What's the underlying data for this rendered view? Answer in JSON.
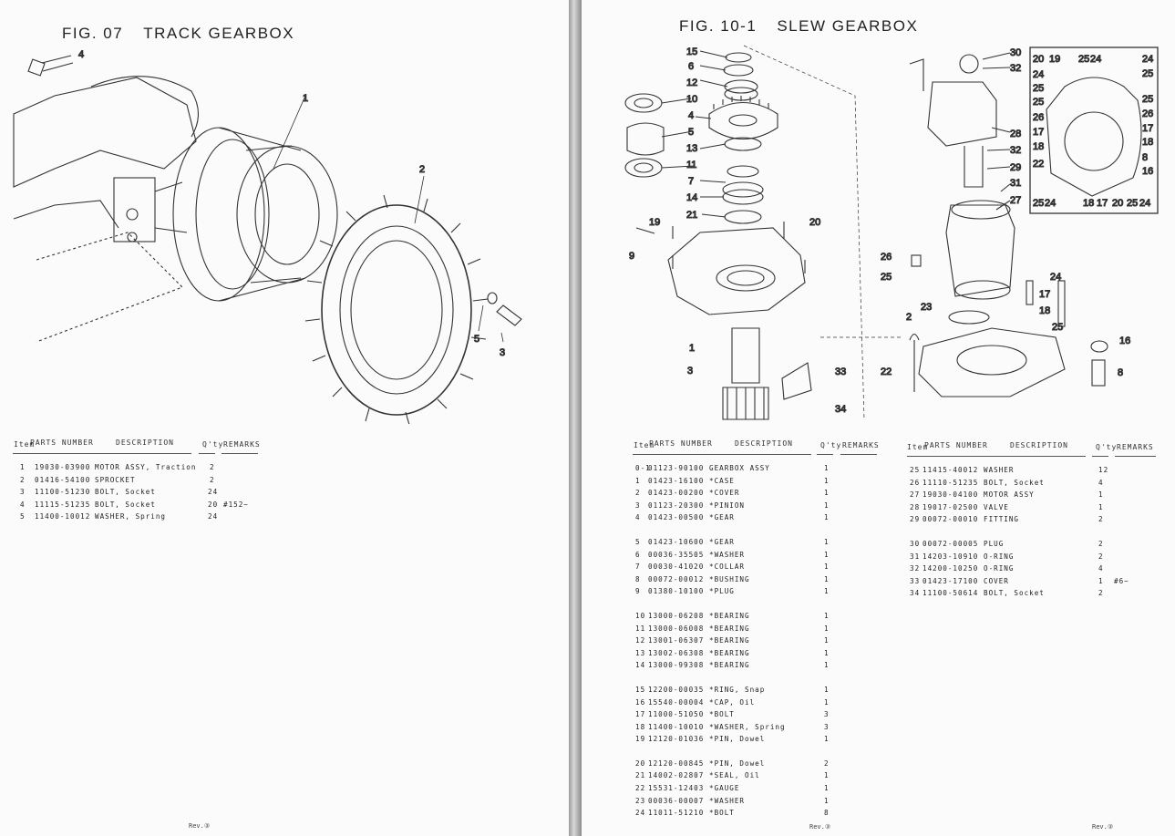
{
  "left": {
    "fig_no": "FIG. 07",
    "fig_name": "TRACK GEARBOX",
    "callouts": [
      "1",
      "2",
      "3",
      "4",
      "5"
    ],
    "headers": {
      "item": "Item",
      "parts_number": "PARTS NUMBER",
      "description": "DESCRIPTION",
      "qty": "Q'ty",
      "remarks": "REMARKS"
    },
    "parts": [
      {
        "item": "1",
        "pn": "19030-03900",
        "desc": "MOTOR ASSY, Traction",
        "qty": "2",
        "rem": ""
      },
      {
        "item": "2",
        "pn": "01416-54100",
        "desc": "SPROCKET",
        "qty": "2",
        "rem": ""
      },
      {
        "item": "3",
        "pn": "11100-51230",
        "desc": "BOLT, Socket",
        "qty": "24",
        "rem": ""
      },
      {
        "item": "4",
        "pn": "11115-51235",
        "desc": "BOLT, Socket",
        "qty": "20",
        "rem": "#152~"
      },
      {
        "item": "5",
        "pn": "11400-10012",
        "desc": "WASHER, Spring",
        "qty": "24",
        "rem": ""
      }
    ],
    "rev": "Rev.③"
  },
  "right": {
    "fig_no": "FIG. 10-1",
    "fig_name": "SLEW GEARBOX",
    "callouts": [
      "1",
      "2",
      "3",
      "4",
      "5",
      "6",
      "7",
      "8",
      "9",
      "10",
      "11",
      "12",
      "13",
      "14",
      "15",
      "16",
      "17",
      "18",
      "19",
      "20",
      "21",
      "22",
      "23",
      "24",
      "25",
      "26",
      "27",
      "28",
      "29",
      "30",
      "31",
      "32",
      "33",
      "34"
    ],
    "headers": {
      "item": "Item",
      "parts_number": "PARTS NUMBER",
      "description": "DESCRIPTION",
      "qty": "Q'ty",
      "remarks": "REMARKS"
    },
    "parts_a": [
      {
        "item": "0-1",
        "pn": "01123-90100",
        "desc": "GEARBOX ASSY",
        "qty": "1",
        "rem": ""
      },
      {
        "item": "1",
        "pn": "01423-16100",
        "desc": "*CASE",
        "qty": "1",
        "rem": ""
      },
      {
        "item": "2",
        "pn": "01423-00200",
        "desc": "*COVER",
        "qty": "1",
        "rem": ""
      },
      {
        "item": "3",
        "pn": "01123-20300",
        "desc": "*PINION",
        "qty": "1",
        "rem": ""
      },
      {
        "item": "4",
        "pn": "01423-00500",
        "desc": "*GEAR",
        "qty": "1",
        "rem": ""
      },
      {
        "item": "5",
        "pn": "01423-10600",
        "desc": "*GEAR",
        "qty": "1",
        "rem": ""
      },
      {
        "item": "6",
        "pn": "00036-35505",
        "desc": "*WASHER",
        "qty": "1",
        "rem": ""
      },
      {
        "item": "7",
        "pn": "00030-41020",
        "desc": "*COLLAR",
        "qty": "1",
        "rem": ""
      },
      {
        "item": "8",
        "pn": "00072-00012",
        "desc": "*BUSHING",
        "qty": "1",
        "rem": ""
      },
      {
        "item": "9",
        "pn": "01380-10100",
        "desc": "*PLUG",
        "qty": "1",
        "rem": ""
      },
      {
        "item": "10",
        "pn": "13000-06208",
        "desc": "*BEARING",
        "qty": "1",
        "rem": ""
      },
      {
        "item": "11",
        "pn": "13000-06008",
        "desc": "*BEARING",
        "qty": "1",
        "rem": ""
      },
      {
        "item": "12",
        "pn": "13001-06307",
        "desc": "*BEARING",
        "qty": "1",
        "rem": ""
      },
      {
        "item": "13",
        "pn": "13002-06308",
        "desc": "*BEARING",
        "qty": "1",
        "rem": ""
      },
      {
        "item": "14",
        "pn": "13000-99308",
        "desc": "*BEARING",
        "qty": "1",
        "rem": ""
      },
      {
        "item": "15",
        "pn": "12200-00035",
        "desc": "*RING, Snap",
        "qty": "1",
        "rem": ""
      },
      {
        "item": "16",
        "pn": "15540-00004",
        "desc": "*CAP, Oil",
        "qty": "1",
        "rem": ""
      },
      {
        "item": "17",
        "pn": "11000-51050",
        "desc": "*BOLT",
        "qty": "3",
        "rem": ""
      },
      {
        "item": "18",
        "pn": "11400-10010",
        "desc": "*WASHER, Spring",
        "qty": "3",
        "rem": ""
      },
      {
        "item": "19",
        "pn": "12120-01036",
        "desc": "*PIN, Dowel",
        "qty": "1",
        "rem": ""
      },
      {
        "item": "20",
        "pn": "12120-00845",
        "desc": "*PIN, Dowel",
        "qty": "2",
        "rem": ""
      },
      {
        "item": "21",
        "pn": "14002-02807",
        "desc": "*SEAL, Oil",
        "qty": "1",
        "rem": ""
      },
      {
        "item": "22",
        "pn": "15531-12403",
        "desc": "*GAUGE",
        "qty": "1",
        "rem": ""
      },
      {
        "item": "23",
        "pn": "00036-00007",
        "desc": "*WASHER",
        "qty": "1",
        "rem": ""
      },
      {
        "item": "24",
        "pn": "11011-51210",
        "desc": "*BOLT",
        "qty": "8",
        "rem": ""
      }
    ],
    "parts_b": [
      {
        "item": "25",
        "pn": "11415-40012",
        "desc": "WASHER",
        "qty": "12",
        "rem": ""
      },
      {
        "item": "26",
        "pn": "11110-51235",
        "desc": "BOLT, Socket",
        "qty": "4",
        "rem": ""
      },
      {
        "item": "27",
        "pn": "19030-04100",
        "desc": "MOTOR ASSY",
        "qty": "1",
        "rem": ""
      },
      {
        "item": "28",
        "pn": "19017-02500",
        "desc": "VALVE",
        "qty": "1",
        "rem": ""
      },
      {
        "item": "29",
        "pn": "00072-00010",
        "desc": "FITTING",
        "qty": "2",
        "rem": ""
      },
      {
        "item": "30",
        "pn": "00072-00005",
        "desc": "PLUG",
        "qty": "2",
        "rem": ""
      },
      {
        "item": "31",
        "pn": "14203-10910",
        "desc": "O-RING",
        "qty": "2",
        "rem": ""
      },
      {
        "item": "32",
        "pn": "14200-10250",
        "desc": "O-RING",
        "qty": "4",
        "rem": ""
      },
      {
        "item": "33",
        "pn": "01423-17100",
        "desc": "COVER",
        "qty": "1",
        "rem": "#6~"
      },
      {
        "item": "34",
        "pn": "11100-50614",
        "desc": "BOLT, Socket",
        "qty": "2",
        "rem": ""
      }
    ],
    "bolt_pattern_labels": [
      "20",
      "19",
      "25",
      "24",
      "24",
      "25",
      "24",
      "25",
      "25",
      "25",
      "26",
      "26",
      "17",
      "17",
      "18",
      "18",
      "22",
      "8",
      "16",
      "25",
      "24",
      "18",
      "17",
      "20",
      "25",
      "24"
    ],
    "rev": "Rev.③"
  }
}
